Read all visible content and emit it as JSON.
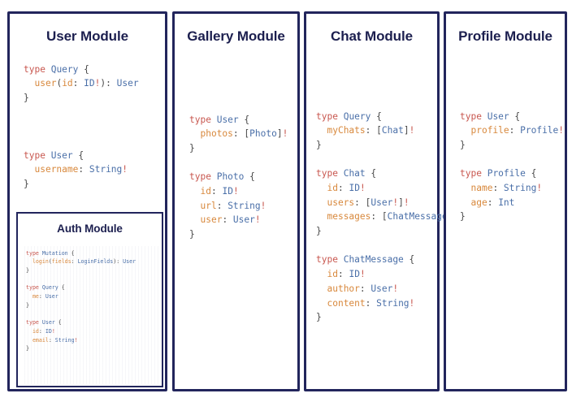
{
  "theme": {
    "panel_border": "#22255c",
    "title_color": "#1c1f4f",
    "background": "#ffffff",
    "code_keyword": "#c8574f",
    "code_type": "#4a6fa8",
    "code_field": "#d8883c",
    "code_punctuation": "#4a4a4a"
  },
  "panels": {
    "user": {
      "title": "User Module",
      "code": [
        {
          "parts": [
            {
              "t": "kw",
              "v": "type"
            },
            {
              "t": "sp",
              "v": " "
            },
            {
              "t": "type",
              "v": "Query"
            },
            {
              "t": "sp",
              "v": " "
            },
            {
              "t": "punc",
              "v": "{"
            }
          ]
        },
        {
          "parts": [
            {
              "t": "sp",
              "v": "  "
            },
            {
              "t": "field",
              "v": "user"
            },
            {
              "t": "punc",
              "v": "("
            },
            {
              "t": "field",
              "v": "id"
            },
            {
              "t": "punc",
              "v": ": "
            },
            {
              "t": "type",
              "v": "ID"
            },
            {
              "t": "bang",
              "v": "!"
            },
            {
              "t": "punc",
              "v": "): "
            },
            {
              "t": "type",
              "v": "User"
            }
          ]
        },
        {
          "parts": [
            {
              "t": "punc",
              "v": "}"
            }
          ]
        },
        {
          "parts": []
        },
        {
          "parts": []
        },
        {
          "parts": []
        },
        {
          "parts": [
            {
              "t": "kw",
              "v": "type"
            },
            {
              "t": "sp",
              "v": " "
            },
            {
              "t": "type",
              "v": "User"
            },
            {
              "t": "sp",
              "v": " "
            },
            {
              "t": "punc",
              "v": "{"
            }
          ]
        },
        {
          "parts": [
            {
              "t": "sp",
              "v": "  "
            },
            {
              "t": "field",
              "v": "username"
            },
            {
              "t": "punc",
              "v": ": "
            },
            {
              "t": "type",
              "v": "String"
            },
            {
              "t": "bang",
              "v": "!"
            }
          ]
        },
        {
          "parts": [
            {
              "t": "punc",
              "v": "}"
            }
          ]
        }
      ]
    },
    "auth": {
      "title": "Auth Module",
      "code": [
        {
          "parts": [
            {
              "t": "kw",
              "v": "type"
            },
            {
              "t": "sp",
              "v": " "
            },
            {
              "t": "type",
              "v": "Mutation"
            },
            {
              "t": "sp",
              "v": " "
            },
            {
              "t": "punc",
              "v": "{"
            }
          ]
        },
        {
          "parts": [
            {
              "t": "sp",
              "v": "  "
            },
            {
              "t": "field",
              "v": "login"
            },
            {
              "t": "punc",
              "v": "("
            },
            {
              "t": "field",
              "v": "fields"
            },
            {
              "t": "punc",
              "v": ": "
            },
            {
              "t": "type",
              "v": "LoginFields"
            },
            {
              "t": "punc",
              "v": "): "
            },
            {
              "t": "type",
              "v": "User"
            }
          ]
        },
        {
          "parts": [
            {
              "t": "punc",
              "v": "}"
            }
          ]
        },
        {
          "parts": []
        },
        {
          "parts": [
            {
              "t": "kw",
              "v": "type"
            },
            {
              "t": "sp",
              "v": " "
            },
            {
              "t": "type",
              "v": "Query"
            },
            {
              "t": "sp",
              "v": " "
            },
            {
              "t": "punc",
              "v": "{"
            }
          ]
        },
        {
          "parts": [
            {
              "t": "sp",
              "v": "  "
            },
            {
              "t": "field",
              "v": "me"
            },
            {
              "t": "punc",
              "v": ": "
            },
            {
              "t": "type",
              "v": "User"
            }
          ]
        },
        {
          "parts": [
            {
              "t": "punc",
              "v": "}"
            }
          ]
        },
        {
          "parts": []
        },
        {
          "parts": [
            {
              "t": "kw",
              "v": "type"
            },
            {
              "t": "sp",
              "v": " "
            },
            {
              "t": "type",
              "v": "User"
            },
            {
              "t": "sp",
              "v": " "
            },
            {
              "t": "punc",
              "v": "{"
            }
          ]
        },
        {
          "parts": [
            {
              "t": "sp",
              "v": "  "
            },
            {
              "t": "field",
              "v": "id"
            },
            {
              "t": "punc",
              "v": ": "
            },
            {
              "t": "type",
              "v": "ID"
            },
            {
              "t": "bang",
              "v": "!"
            }
          ]
        },
        {
          "parts": [
            {
              "t": "sp",
              "v": "  "
            },
            {
              "t": "field",
              "v": "email"
            },
            {
              "t": "punc",
              "v": ": "
            },
            {
              "t": "type",
              "v": "String"
            },
            {
              "t": "bang",
              "v": "!"
            }
          ]
        },
        {
          "parts": [
            {
              "t": "punc",
              "v": "}"
            }
          ]
        }
      ]
    },
    "gallery": {
      "title": "Gallery Module",
      "code": [
        {
          "parts": [
            {
              "t": "kw",
              "v": "type"
            },
            {
              "t": "sp",
              "v": " "
            },
            {
              "t": "type",
              "v": "User"
            },
            {
              "t": "sp",
              "v": " "
            },
            {
              "t": "punc",
              "v": "{"
            }
          ]
        },
        {
          "parts": [
            {
              "t": "sp",
              "v": "  "
            },
            {
              "t": "field",
              "v": "photos"
            },
            {
              "t": "punc",
              "v": ": ["
            },
            {
              "t": "type",
              "v": "Photo"
            },
            {
              "t": "punc",
              "v": "]"
            },
            {
              "t": "bang",
              "v": "!"
            }
          ]
        },
        {
          "parts": [
            {
              "t": "punc",
              "v": "}"
            }
          ]
        },
        {
          "parts": []
        },
        {
          "parts": [
            {
              "t": "kw",
              "v": "type"
            },
            {
              "t": "sp",
              "v": " "
            },
            {
              "t": "type",
              "v": "Photo"
            },
            {
              "t": "sp",
              "v": " "
            },
            {
              "t": "punc",
              "v": "{"
            }
          ]
        },
        {
          "parts": [
            {
              "t": "sp",
              "v": "  "
            },
            {
              "t": "field",
              "v": "id"
            },
            {
              "t": "punc",
              "v": ": "
            },
            {
              "t": "type",
              "v": "ID"
            },
            {
              "t": "bang",
              "v": "!"
            }
          ]
        },
        {
          "parts": [
            {
              "t": "sp",
              "v": "  "
            },
            {
              "t": "field",
              "v": "url"
            },
            {
              "t": "punc",
              "v": ": "
            },
            {
              "t": "type",
              "v": "String"
            },
            {
              "t": "bang",
              "v": "!"
            }
          ]
        },
        {
          "parts": [
            {
              "t": "sp",
              "v": "  "
            },
            {
              "t": "field",
              "v": "user"
            },
            {
              "t": "punc",
              "v": ": "
            },
            {
              "t": "type",
              "v": "User"
            },
            {
              "t": "bang",
              "v": "!"
            }
          ]
        },
        {
          "parts": [
            {
              "t": "punc",
              "v": "}"
            }
          ]
        }
      ]
    },
    "chat": {
      "title": "Chat Module",
      "code": [
        {
          "parts": [
            {
              "t": "kw",
              "v": "type"
            },
            {
              "t": "sp",
              "v": " "
            },
            {
              "t": "type",
              "v": "Query"
            },
            {
              "t": "sp",
              "v": " "
            },
            {
              "t": "punc",
              "v": "{"
            }
          ]
        },
        {
          "parts": [
            {
              "t": "sp",
              "v": "  "
            },
            {
              "t": "field",
              "v": "myChats"
            },
            {
              "t": "punc",
              "v": ": ["
            },
            {
              "t": "type",
              "v": "Chat"
            },
            {
              "t": "punc",
              "v": "]"
            },
            {
              "t": "bang",
              "v": "!"
            }
          ]
        },
        {
          "parts": [
            {
              "t": "punc",
              "v": "}"
            }
          ]
        },
        {
          "parts": []
        },
        {
          "parts": [
            {
              "t": "kw",
              "v": "type"
            },
            {
              "t": "sp",
              "v": " "
            },
            {
              "t": "type",
              "v": "Chat"
            },
            {
              "t": "sp",
              "v": " "
            },
            {
              "t": "punc",
              "v": "{"
            }
          ]
        },
        {
          "parts": [
            {
              "t": "sp",
              "v": "  "
            },
            {
              "t": "field",
              "v": "id"
            },
            {
              "t": "punc",
              "v": ": "
            },
            {
              "t": "type",
              "v": "ID"
            },
            {
              "t": "bang",
              "v": "!"
            }
          ]
        },
        {
          "parts": [
            {
              "t": "sp",
              "v": "  "
            },
            {
              "t": "field",
              "v": "users"
            },
            {
              "t": "punc",
              "v": ": ["
            },
            {
              "t": "type",
              "v": "User"
            },
            {
              "t": "bang",
              "v": "!"
            },
            {
              "t": "punc",
              "v": "]"
            },
            {
              "t": "bang",
              "v": "!"
            }
          ]
        },
        {
          "parts": [
            {
              "t": "sp",
              "v": "  "
            },
            {
              "t": "field",
              "v": "messages"
            },
            {
              "t": "punc",
              "v": ": ["
            },
            {
              "t": "type",
              "v": "ChatMessage"
            },
            {
              "t": "punc",
              "v": "]"
            },
            {
              "t": "bang",
              "v": "!"
            }
          ]
        },
        {
          "parts": [
            {
              "t": "punc",
              "v": "}"
            }
          ]
        },
        {
          "parts": []
        },
        {
          "parts": [
            {
              "t": "kw",
              "v": "type"
            },
            {
              "t": "sp",
              "v": " "
            },
            {
              "t": "type",
              "v": "ChatMessage"
            },
            {
              "t": "sp",
              "v": " "
            },
            {
              "t": "punc",
              "v": "{"
            }
          ]
        },
        {
          "parts": [
            {
              "t": "sp",
              "v": "  "
            },
            {
              "t": "field",
              "v": "id"
            },
            {
              "t": "punc",
              "v": ": "
            },
            {
              "t": "type",
              "v": "ID"
            },
            {
              "t": "bang",
              "v": "!"
            }
          ]
        },
        {
          "parts": [
            {
              "t": "sp",
              "v": "  "
            },
            {
              "t": "field",
              "v": "author"
            },
            {
              "t": "punc",
              "v": ": "
            },
            {
              "t": "type",
              "v": "User"
            },
            {
              "t": "bang",
              "v": "!"
            }
          ]
        },
        {
          "parts": [
            {
              "t": "sp",
              "v": "  "
            },
            {
              "t": "field",
              "v": "content"
            },
            {
              "t": "punc",
              "v": ": "
            },
            {
              "t": "type",
              "v": "String"
            },
            {
              "t": "bang",
              "v": "!"
            }
          ]
        },
        {
          "parts": [
            {
              "t": "punc",
              "v": "}"
            }
          ]
        }
      ]
    },
    "profile": {
      "title": "Profile Module",
      "code": [
        {
          "parts": [
            {
              "t": "kw",
              "v": "type"
            },
            {
              "t": "sp",
              "v": " "
            },
            {
              "t": "type",
              "v": "User"
            },
            {
              "t": "sp",
              "v": " "
            },
            {
              "t": "punc",
              "v": "{"
            }
          ]
        },
        {
          "parts": [
            {
              "t": "sp",
              "v": "  "
            },
            {
              "t": "field",
              "v": "profile"
            },
            {
              "t": "punc",
              "v": ": "
            },
            {
              "t": "type",
              "v": "Profile"
            },
            {
              "t": "bang",
              "v": "!"
            }
          ]
        },
        {
          "parts": [
            {
              "t": "punc",
              "v": "}"
            }
          ]
        },
        {
          "parts": []
        },
        {
          "parts": [
            {
              "t": "kw",
              "v": "type"
            },
            {
              "t": "sp",
              "v": " "
            },
            {
              "t": "type",
              "v": "Profile"
            },
            {
              "t": "sp",
              "v": " "
            },
            {
              "t": "punc",
              "v": "{"
            }
          ]
        },
        {
          "parts": [
            {
              "t": "sp",
              "v": "  "
            },
            {
              "t": "field",
              "v": "name"
            },
            {
              "t": "punc",
              "v": ": "
            },
            {
              "t": "type",
              "v": "String"
            },
            {
              "t": "bang",
              "v": "!"
            }
          ]
        },
        {
          "parts": [
            {
              "t": "sp",
              "v": "  "
            },
            {
              "t": "field",
              "v": "age"
            },
            {
              "t": "punc",
              "v": ": "
            },
            {
              "t": "type",
              "v": "Int"
            }
          ]
        },
        {
          "parts": [
            {
              "t": "punc",
              "v": "}"
            }
          ]
        }
      ]
    }
  }
}
